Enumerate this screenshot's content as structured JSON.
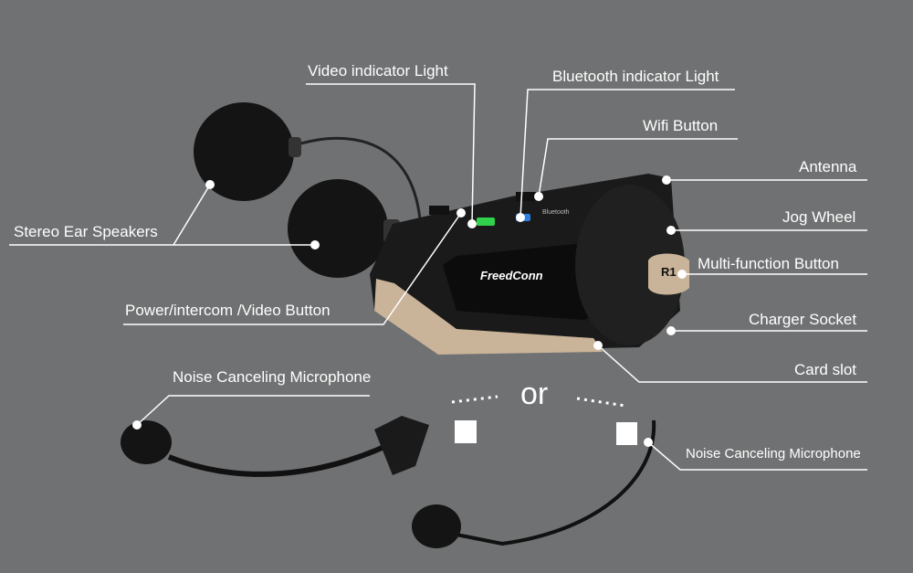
{
  "labels": {
    "video_indicator": "Video indicator Light",
    "bluetooth_indicator": "Bluetooth indicator Light",
    "wifi_button": "Wifi  Button",
    "antenna": "Antenna",
    "jog_wheel": "Jog Wheel",
    "multi_function": "Multi-function Button",
    "charger_socket": "Charger Socket",
    "card_slot": "Card slot",
    "stereo_speakers": "Stereo Ear Speakers",
    "power_button": "Power/intercom /Video Button",
    "mic_left": "Noise Canceling Microphone",
    "mic_right": "Noise Canceling Microphone",
    "or": "or"
  },
  "device": {
    "brand_logo": "FreedConn",
    "model_badge": "R1",
    "bluetooth_text": "Bluetooth"
  },
  "colors": {
    "background": "#707172",
    "label": "#ffffff",
    "indicator_green": "#2fd24a",
    "indicator_blue": "#2e7fe0",
    "trim_gold": "#c9b49a"
  }
}
